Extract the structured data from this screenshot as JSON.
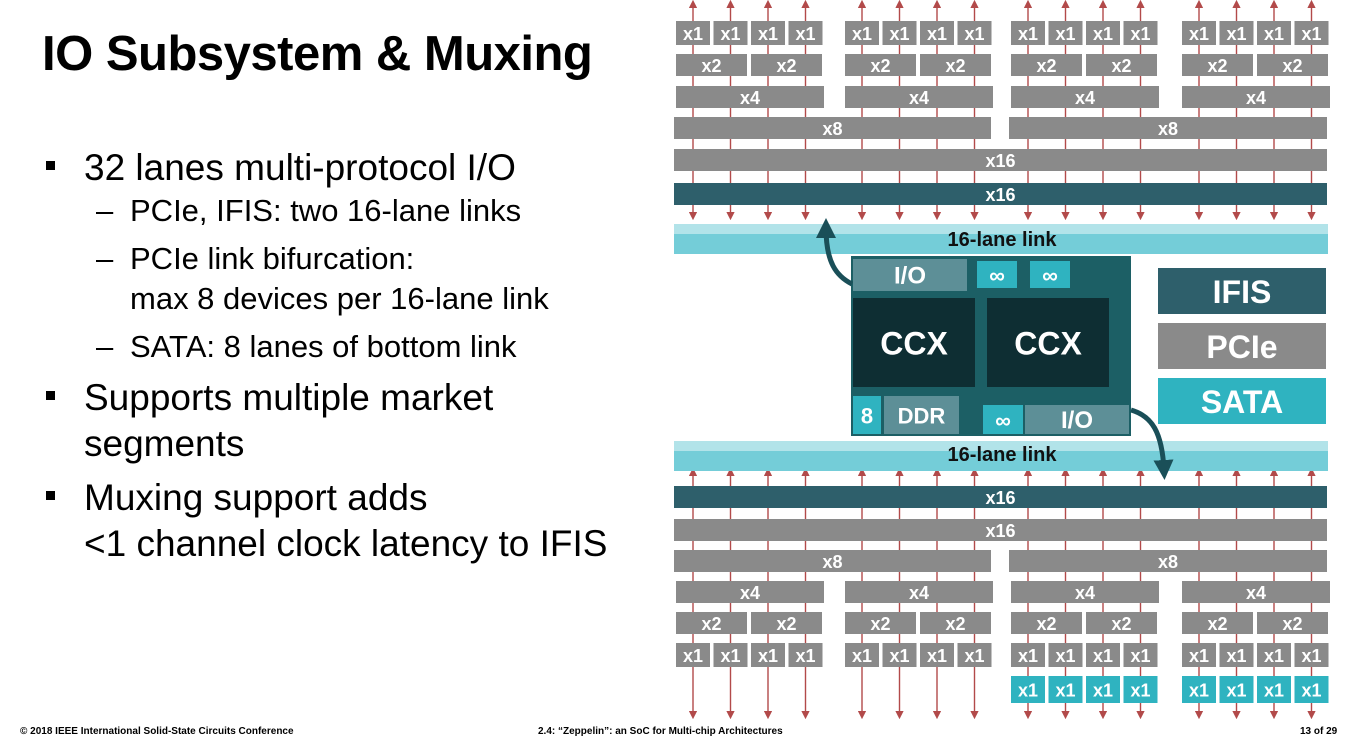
{
  "title": "IO Subsystem & Muxing",
  "bullets": [
    {
      "text": "32 lanes multi-protocol I/O",
      "subs": [
        "PCIe, IFIS: two 16-lane links",
        "PCIe link bifurcation:",
        "max 8 devices per 16-lane link",
        "SATA: 8 lanes of bottom link"
      ]
    },
    {
      "line1": "Supports multiple market",
      "line2": "segments"
    },
    {
      "line1": "Muxing support adds",
      "line2": "<1 channel clock latency to IFIS"
    }
  ],
  "footer": {
    "left": "© 2018 IEEE International Solid-State Circuits Conference",
    "center": "2.4: “Zeppelin”: an SoC for Multi-chip Architectures",
    "right": "13 of 29"
  },
  "diagram": {
    "link_label": "16-lane link",
    "lane_labels": {
      "x1": "x1",
      "x2": "x2",
      "x4": "x4",
      "x8": "x8",
      "x16": "x16"
    },
    "die": {
      "io": "I/O",
      "ccx": "CCX",
      "ddr": "DDR",
      "infinity_symbol": "∞",
      "ddr_symbol": "8"
    },
    "legend": [
      "IFIS",
      "PCIe",
      "SATA"
    ],
    "colors": {
      "pcie": "#8a8a8a",
      "ifis": "#2e5f6b",
      "sata": "#2fb3c0",
      "die_dark": "#0e2e33",
      "die_body": "#1c5f65",
      "io_block": "#5d8f97",
      "arrow": "#b24a4a",
      "link_band": "#74cdd8"
    }
  }
}
